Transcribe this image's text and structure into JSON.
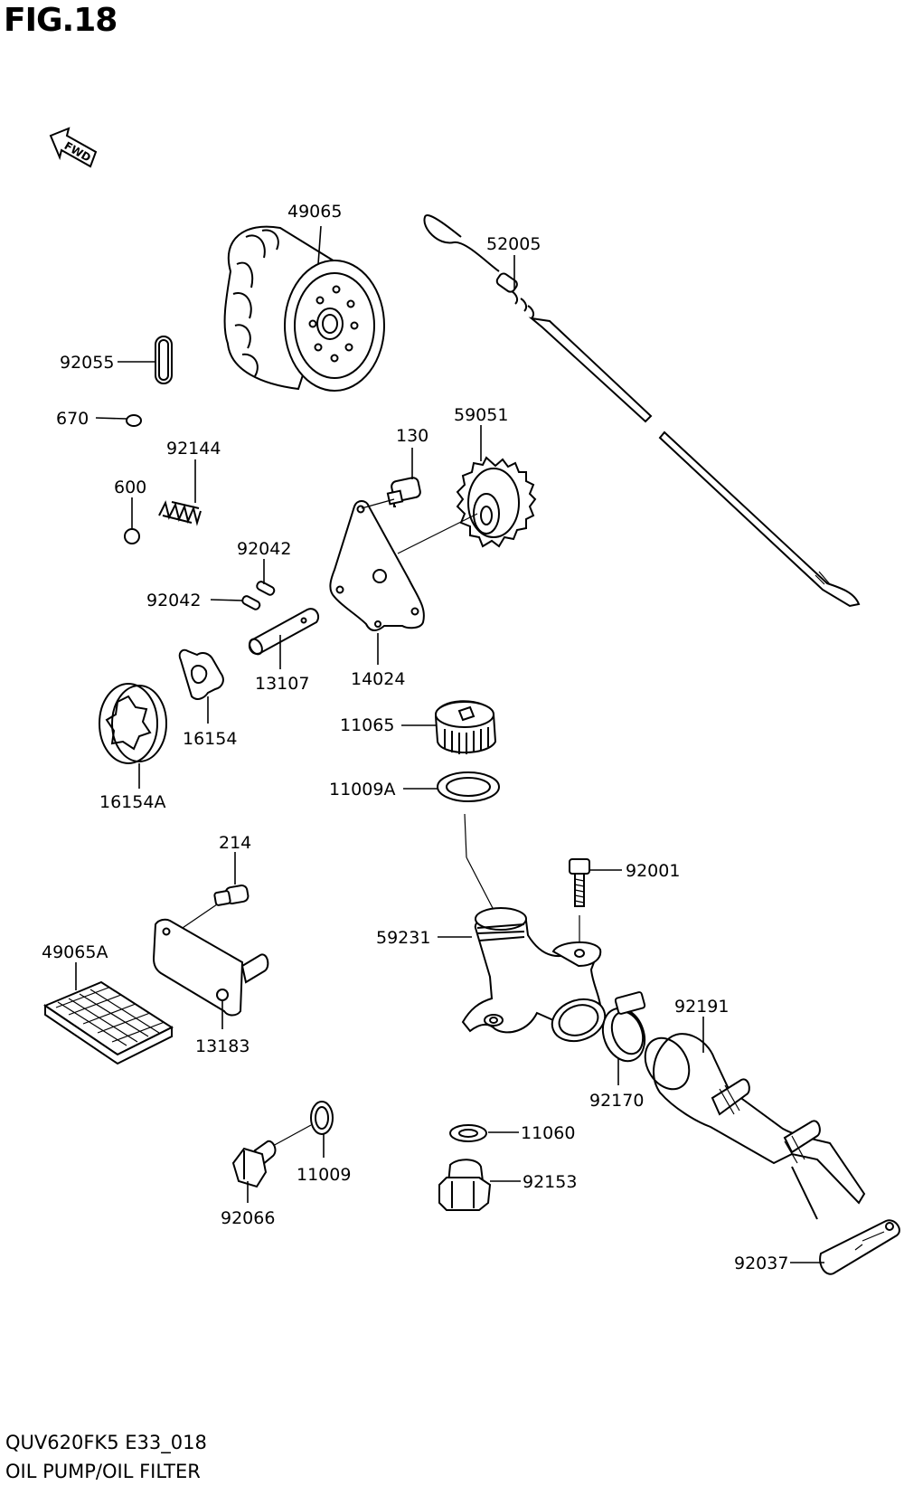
{
  "figure_title": "FIG.18",
  "footer": {
    "code": "QUV620FK5 E33_018",
    "name": "OIL PUMP/OIL FILTER"
  },
  "fwd_label": "FWD",
  "parts": [
    {
      "id": "49065",
      "label": "49065"
    },
    {
      "id": "52005",
      "label": "52005"
    },
    {
      "id": "92055",
      "label": "92055"
    },
    {
      "id": "670",
      "label": "670"
    },
    {
      "id": "92144",
      "label": "92144"
    },
    {
      "id": "600",
      "label": "600"
    },
    {
      "id": "130",
      "label": "130"
    },
    {
      "id": "59051",
      "label": "59051"
    },
    {
      "id": "92042a",
      "label": "92042"
    },
    {
      "id": "92042b",
      "label": "92042"
    },
    {
      "id": "13107",
      "label": "13107"
    },
    {
      "id": "14024",
      "label": "14024"
    },
    {
      "id": "16154",
      "label": "16154"
    },
    {
      "id": "16154A",
      "label": "16154A"
    },
    {
      "id": "11065",
      "label": "11065"
    },
    {
      "id": "11009A",
      "label": "11009A"
    },
    {
      "id": "214",
      "label": "214"
    },
    {
      "id": "92001",
      "label": "92001"
    },
    {
      "id": "49065A",
      "label": "49065A"
    },
    {
      "id": "59231",
      "label": "59231"
    },
    {
      "id": "92191",
      "label": "92191"
    },
    {
      "id": "13183",
      "label": "13183"
    },
    {
      "id": "92170",
      "label": "92170"
    },
    {
      "id": "11060",
      "label": "11060"
    },
    {
      "id": "11009",
      "label": "11009"
    },
    {
      "id": "92153",
      "label": "92153"
    },
    {
      "id": "92066",
      "label": "92066"
    },
    {
      "id": "92037",
      "label": "92037"
    }
  ]
}
